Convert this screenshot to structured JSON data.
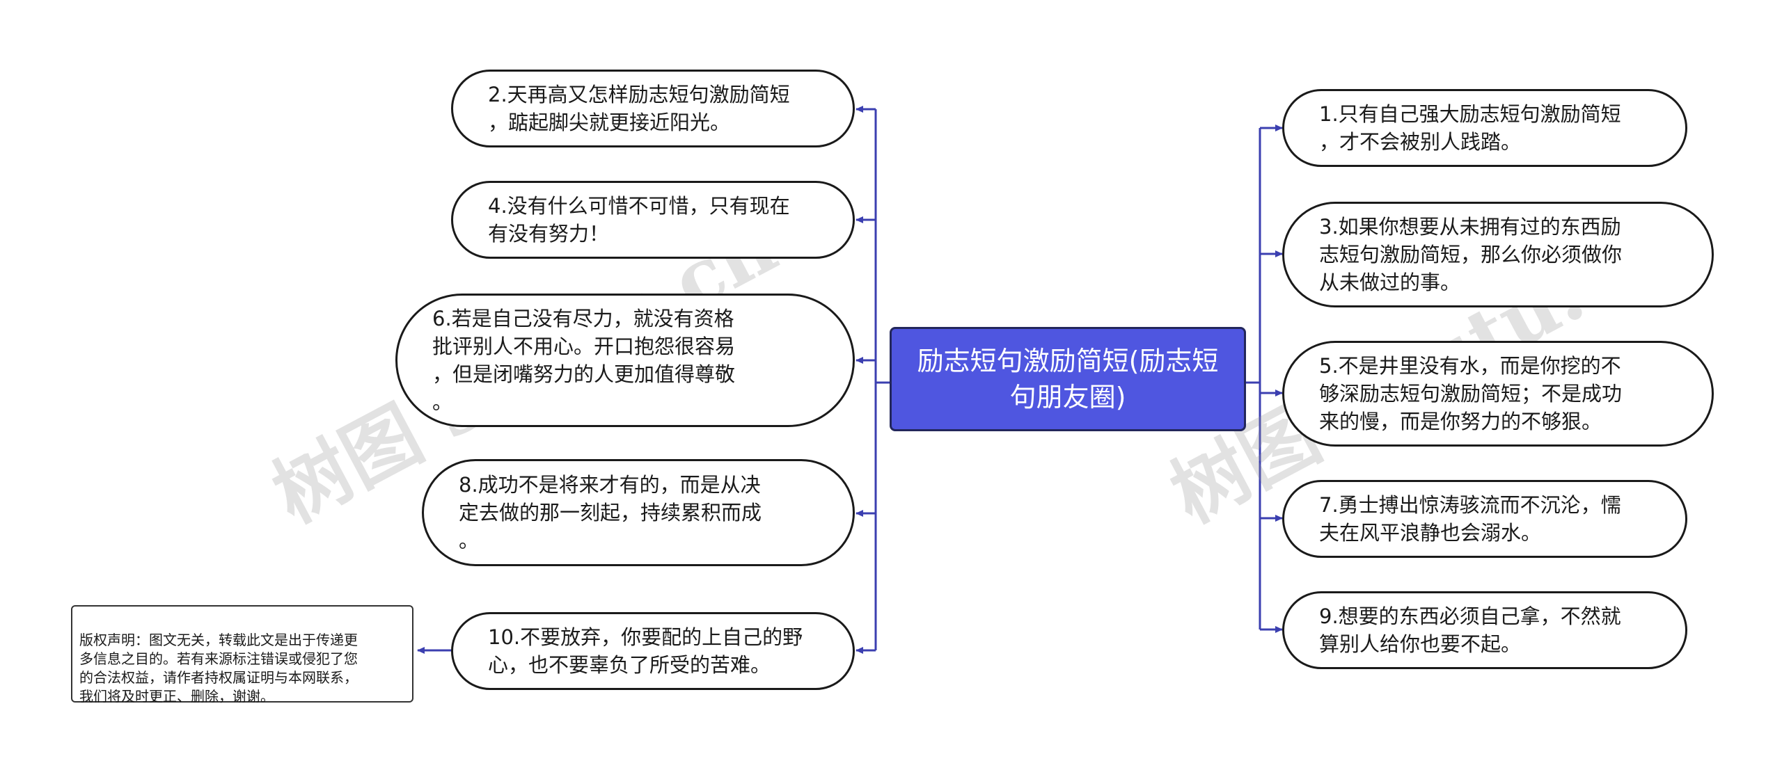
{
  "colors": {
    "accent": "#4f56e0",
    "connector": "#3b3fb0",
    "node_border": "#1a1a1a"
  },
  "center": {
    "title": "励志短句激励简短(励志短\n句朋友圈)"
  },
  "left_nodes": [
    {
      "text": "2.天再高又怎样励志短句激励简短\n，踮起脚尖就更接近阳光。"
    },
    {
      "text": "4.没有什么可惜不可惜，只有现在\n有没有努力！"
    },
    {
      "text": "6.若是自己没有尽力，就没有资格\n批评别人不用心。开口抱怨很容易\n，但是闭嘴努力的人更加值得尊敬\n。"
    },
    {
      "text": "8.成功不是将来才有的，而是从决\n定去做的那一刻起，持续累积而成\n。"
    },
    {
      "text": "10.不要放弃，你要配的上自己的野\n心，也不要辜负了所受的苦难。"
    }
  ],
  "right_nodes": [
    {
      "text": "1.只有自己强大励志短句激励简短\n，才不会被别人践踏。"
    },
    {
      "text": "3.如果你想要从未拥有过的东西励\n志短句激励简短，那么你必须做你\n从未做过的事。"
    },
    {
      "text": "5.不是井里没有水，而是你挖的不\n够深励志短句激励简短；不是成功\n来的慢，而是你努力的不够狠。"
    },
    {
      "text": "7.勇士搏出惊涛骇流而不沉沦，懦\n夫在风平浪静也会溺水。"
    },
    {
      "text": "9.想要的东西必须自己拿，不然就\n算别人给你也要不起。"
    }
  ],
  "copyright_note": {
    "text": "版权声明：图文无关，转载此文是出于传递更\n多信息之目的。若有来源标注错误或侵犯了您\n的合法权益，请作者持权属证明与本网联系，\n我们将及时更正、删除，谢谢。"
  },
  "watermarks": [
    "树图 shutu.cn",
    "树图 shutu.cn"
  ]
}
